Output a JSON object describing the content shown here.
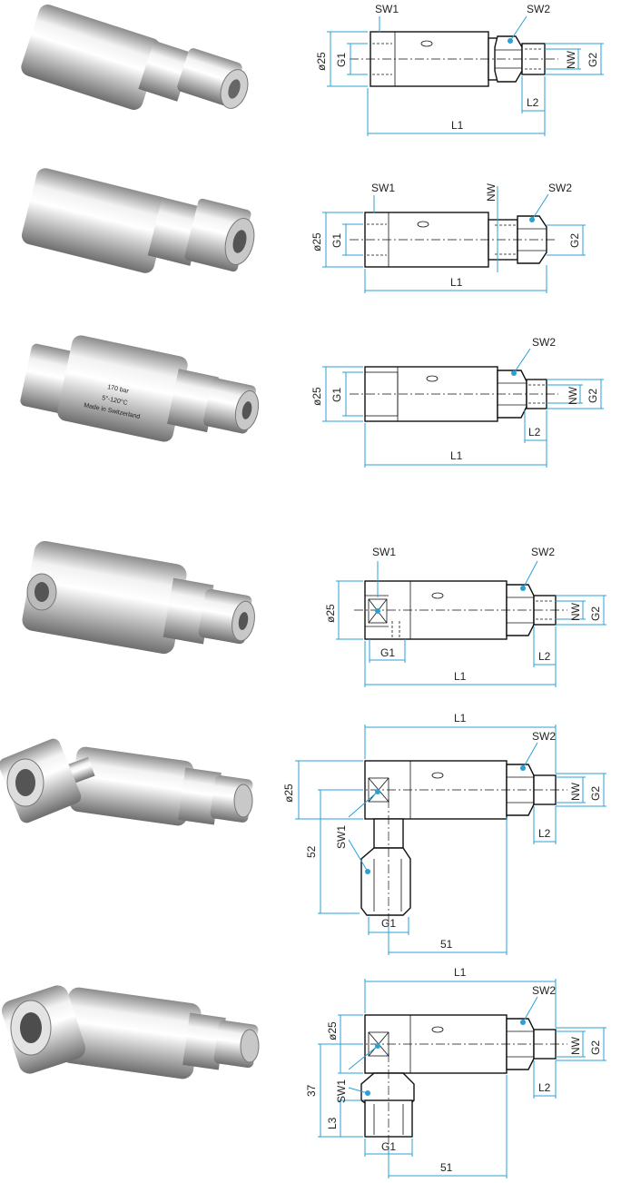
{
  "colors": {
    "dimension": "#2aa0d6",
    "outline": "#111111",
    "metal_light": "#f2f2f2",
    "metal_dark": "#8c8c8c"
  },
  "variants": [
    {
      "labels": {
        "sw1": "SW1",
        "sw2": "SW2",
        "dia": "ø25",
        "g1": "G1",
        "nw": "NW",
        "g2": "G2",
        "l2": "L2",
        "l1": "L1"
      }
    },
    {
      "labels": {
        "sw1": "SW1",
        "sw2": "SW2",
        "dia": "ø25",
        "g1": "G1",
        "nw": "NW",
        "g2": "G2",
        "l1": "L1"
      }
    },
    {
      "labels": {
        "sw2": "SW2",
        "dia": "ø25",
        "g1": "G1",
        "nw": "NW",
        "g2": "G2",
        "l2": "L2",
        "l1": "L1"
      },
      "photo_text": [
        "170 bar",
        "5°-120°C",
        "Made in Switzerland"
      ]
    },
    {
      "labels": {
        "sw1": "SW1",
        "sw2": "SW2",
        "dia": "ø25",
        "g1": "G1",
        "nw": "NW",
        "g2": "G2",
        "l2": "L2",
        "l1": "L1"
      }
    },
    {
      "labels": {
        "l1": "L1",
        "sw2": "SW2",
        "dia": "ø25",
        "sw1": "SW1",
        "nw": "NW",
        "g2": "G2",
        "l2": "L2",
        "d52": "52",
        "g1": "G1",
        "d51": "51"
      }
    },
    {
      "labels": {
        "l1": "L1",
        "sw2": "SW2",
        "dia": "ø25",
        "sw1": "SW1",
        "nw": "NW",
        "g2": "G2",
        "l2": "L2",
        "d37": "37",
        "l3": "L3",
        "g1": "G1",
        "d51": "51"
      }
    }
  ]
}
